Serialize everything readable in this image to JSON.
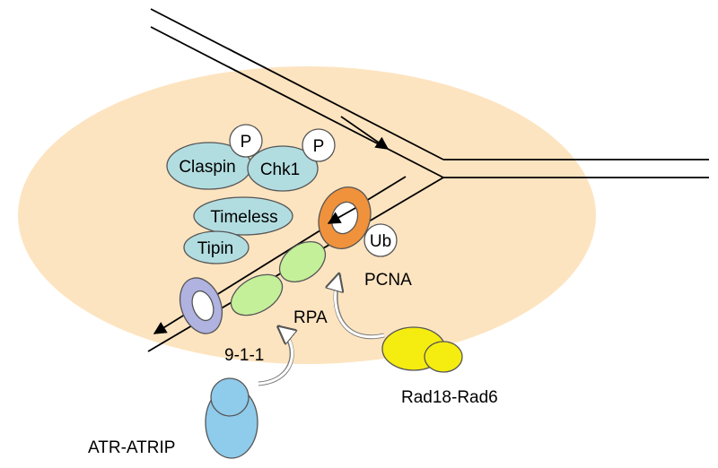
{
  "labels": {
    "claspin": "Claspin",
    "chk1": "Chk1",
    "timeless": "Timeless",
    "tipin": "Tipin",
    "phospho": "P",
    "ubiquitin": "Ub",
    "pcna": "PCNA",
    "rpa": "RPA",
    "nine_one_one": "9-1-1",
    "rad18_rad6": "Rad18-Rad6",
    "atr_atrip": "ATR-ATRIP"
  },
  "colors": {
    "nucleus": "#fde4c0",
    "claspin_complex": "#b2dde0",
    "rpa": "#c5f09a",
    "pcna": "#f0923c",
    "nine_one_one": "#b0b2e0",
    "rad18_rad6": "#f5ec10",
    "atr_atrip": "#8fcbea",
    "phospho": "#ffffff",
    "dna": "#000000"
  }
}
